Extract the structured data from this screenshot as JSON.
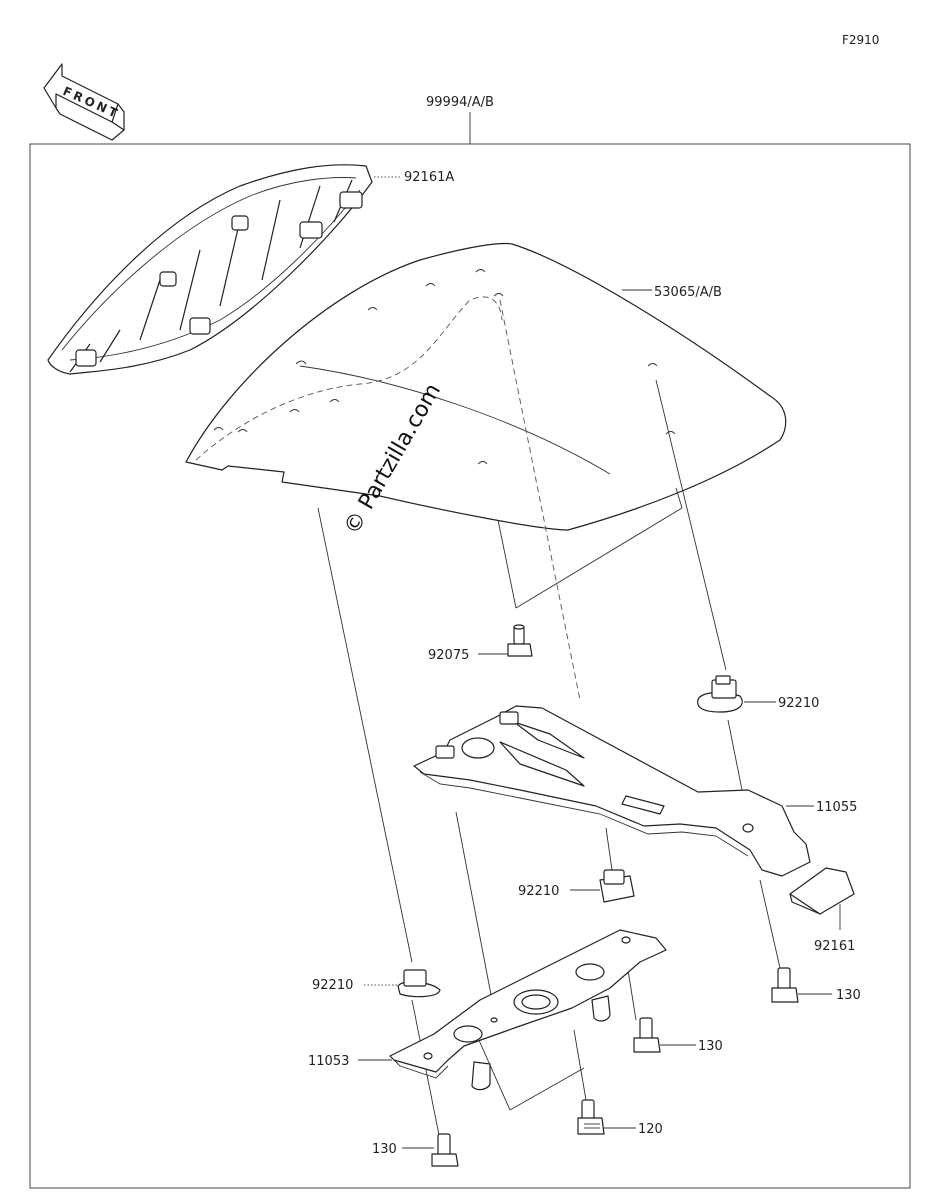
{
  "figure_code": "F2910",
  "front_label": "FRONT",
  "watermark": "© Partzilla.com",
  "assembly_label": "99994/A/B",
  "parts": {
    "p_92161A": "92161A",
    "p_53065": "53065/A/B",
    "p_92075": "92075",
    "p_92210_a": "92210",
    "p_11055": "11055",
    "p_92210_b": "92210",
    "p_92161": "92161",
    "p_92210_c": "92210",
    "p_130_a": "130",
    "p_11053": "11053",
    "p_130_b": "130",
    "p_120": "120",
    "p_130_c": "130"
  }
}
